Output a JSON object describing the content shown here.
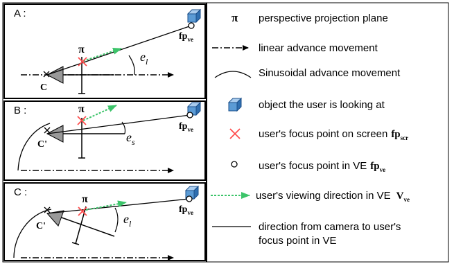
{
  "panels": [
    {
      "label": "A :",
      "camera": "C",
      "angle_symbol": "e",
      "angle_sub": "l",
      "plane": "π",
      "fp": "fp",
      "fp_sub": "ve"
    },
    {
      "label": "B :",
      "camera": "C'",
      "angle_symbol": "e",
      "angle_sub": "s",
      "plane": "π",
      "fp": "fp",
      "fp_sub": "ve"
    },
    {
      "label": "C :",
      "camera": "C'",
      "angle_symbol": "e",
      "angle_sub": "l",
      "plane": "π",
      "fp": "fp",
      "fp_sub": "ve"
    }
  ],
  "legend": {
    "items": [
      {
        "symbol": "π",
        "text": "perspective projection plane"
      },
      {
        "text": "linear advance movement"
      },
      {
        "text": "Sinusoidal advance movement"
      },
      {
        "text": "object the user is looking at"
      },
      {
        "text": "user's focus point on screen",
        "math": "fp",
        "math_sub": "scr"
      },
      {
        "text": "user's focus point in VE",
        "math": "fp",
        "math_sub": "ve"
      },
      {
        "text": "user's viewing direction in VE",
        "math": "V",
        "math_sub": "ve"
      },
      {
        "text_line1": "direction from camera to user's",
        "text_line2": "focus point in VE"
      }
    ]
  },
  "colors": {
    "cube_front": "#5b9bd5",
    "cube_top": "#a9ccee",
    "cube_side": "#2f6fb0",
    "focus_cross": "#ff4d4d",
    "viewing_dir": "#3cc46a",
    "camera_fill": "#999999",
    "line": "#000000"
  }
}
